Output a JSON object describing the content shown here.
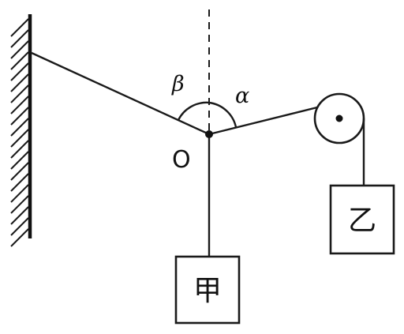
{
  "labels": {
    "angle_beta": "β",
    "angle_alpha": "α",
    "point_o": "O",
    "mass_jia": "甲",
    "mass_yi": "乙"
  },
  "elements": {
    "wall": "wall-icon",
    "pulley": "pulley-icon",
    "vertical_reference": "dashed-vertical-line"
  }
}
